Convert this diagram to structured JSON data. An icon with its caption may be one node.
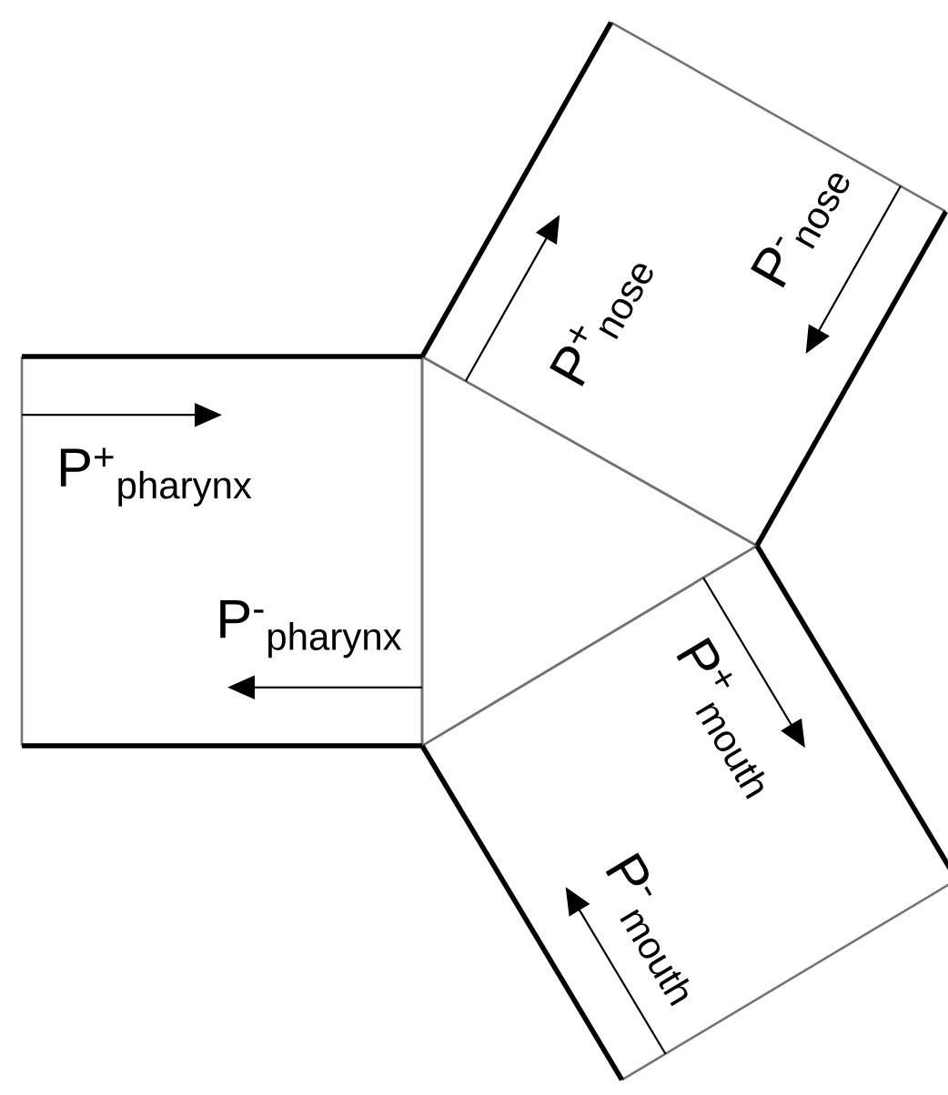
{
  "diagram": {
    "nodes": [
      {
        "text": [
          "P$^{+}$$_{pharynx}$",
          "P$^{-}$$_{pharynx}$"
        ]
      },
      {
        "text": [
          "P$^{+}$$_{nose}$",
          "P$^{-}$$_{nose}$"
        ]
      },
      {
        "text": [
          "P$^{+}$$_{mouth}$",
          "P$^{-}$$_{mouth}$"
        ]
      },
      {
        "text": [],
        "shape": "triangle"
      }
    ]
  }
}
